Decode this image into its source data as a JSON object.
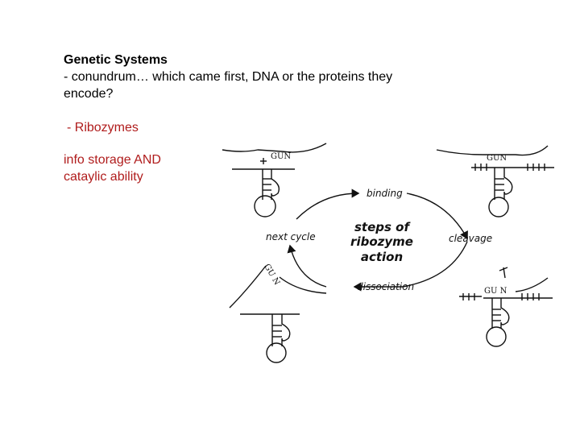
{
  "text": {
    "title": "Genetic Systems",
    "line1": "- conundrum… which came first, DNA or the proteins they encode?",
    "bullet": " - Ribozymes",
    "note_line1": "info storage AND",
    "note_line2": "cataylic ability"
  },
  "diagram": {
    "center_title_1": "steps of",
    "center_title_2": "ribozyme",
    "center_title_3": "action",
    "label_binding": "binding",
    "label_cleavage": "cleavage",
    "label_dissociation": "dissociation",
    "label_next_cycle": "next cycle",
    "seq_top_left": "GUN",
    "seq_top_right": "GUN",
    "seq_bottom_right": "GU N",
    "seq_bottom_left": "GU N"
  },
  "colors": {
    "accent_red": "#b01c1c"
  }
}
